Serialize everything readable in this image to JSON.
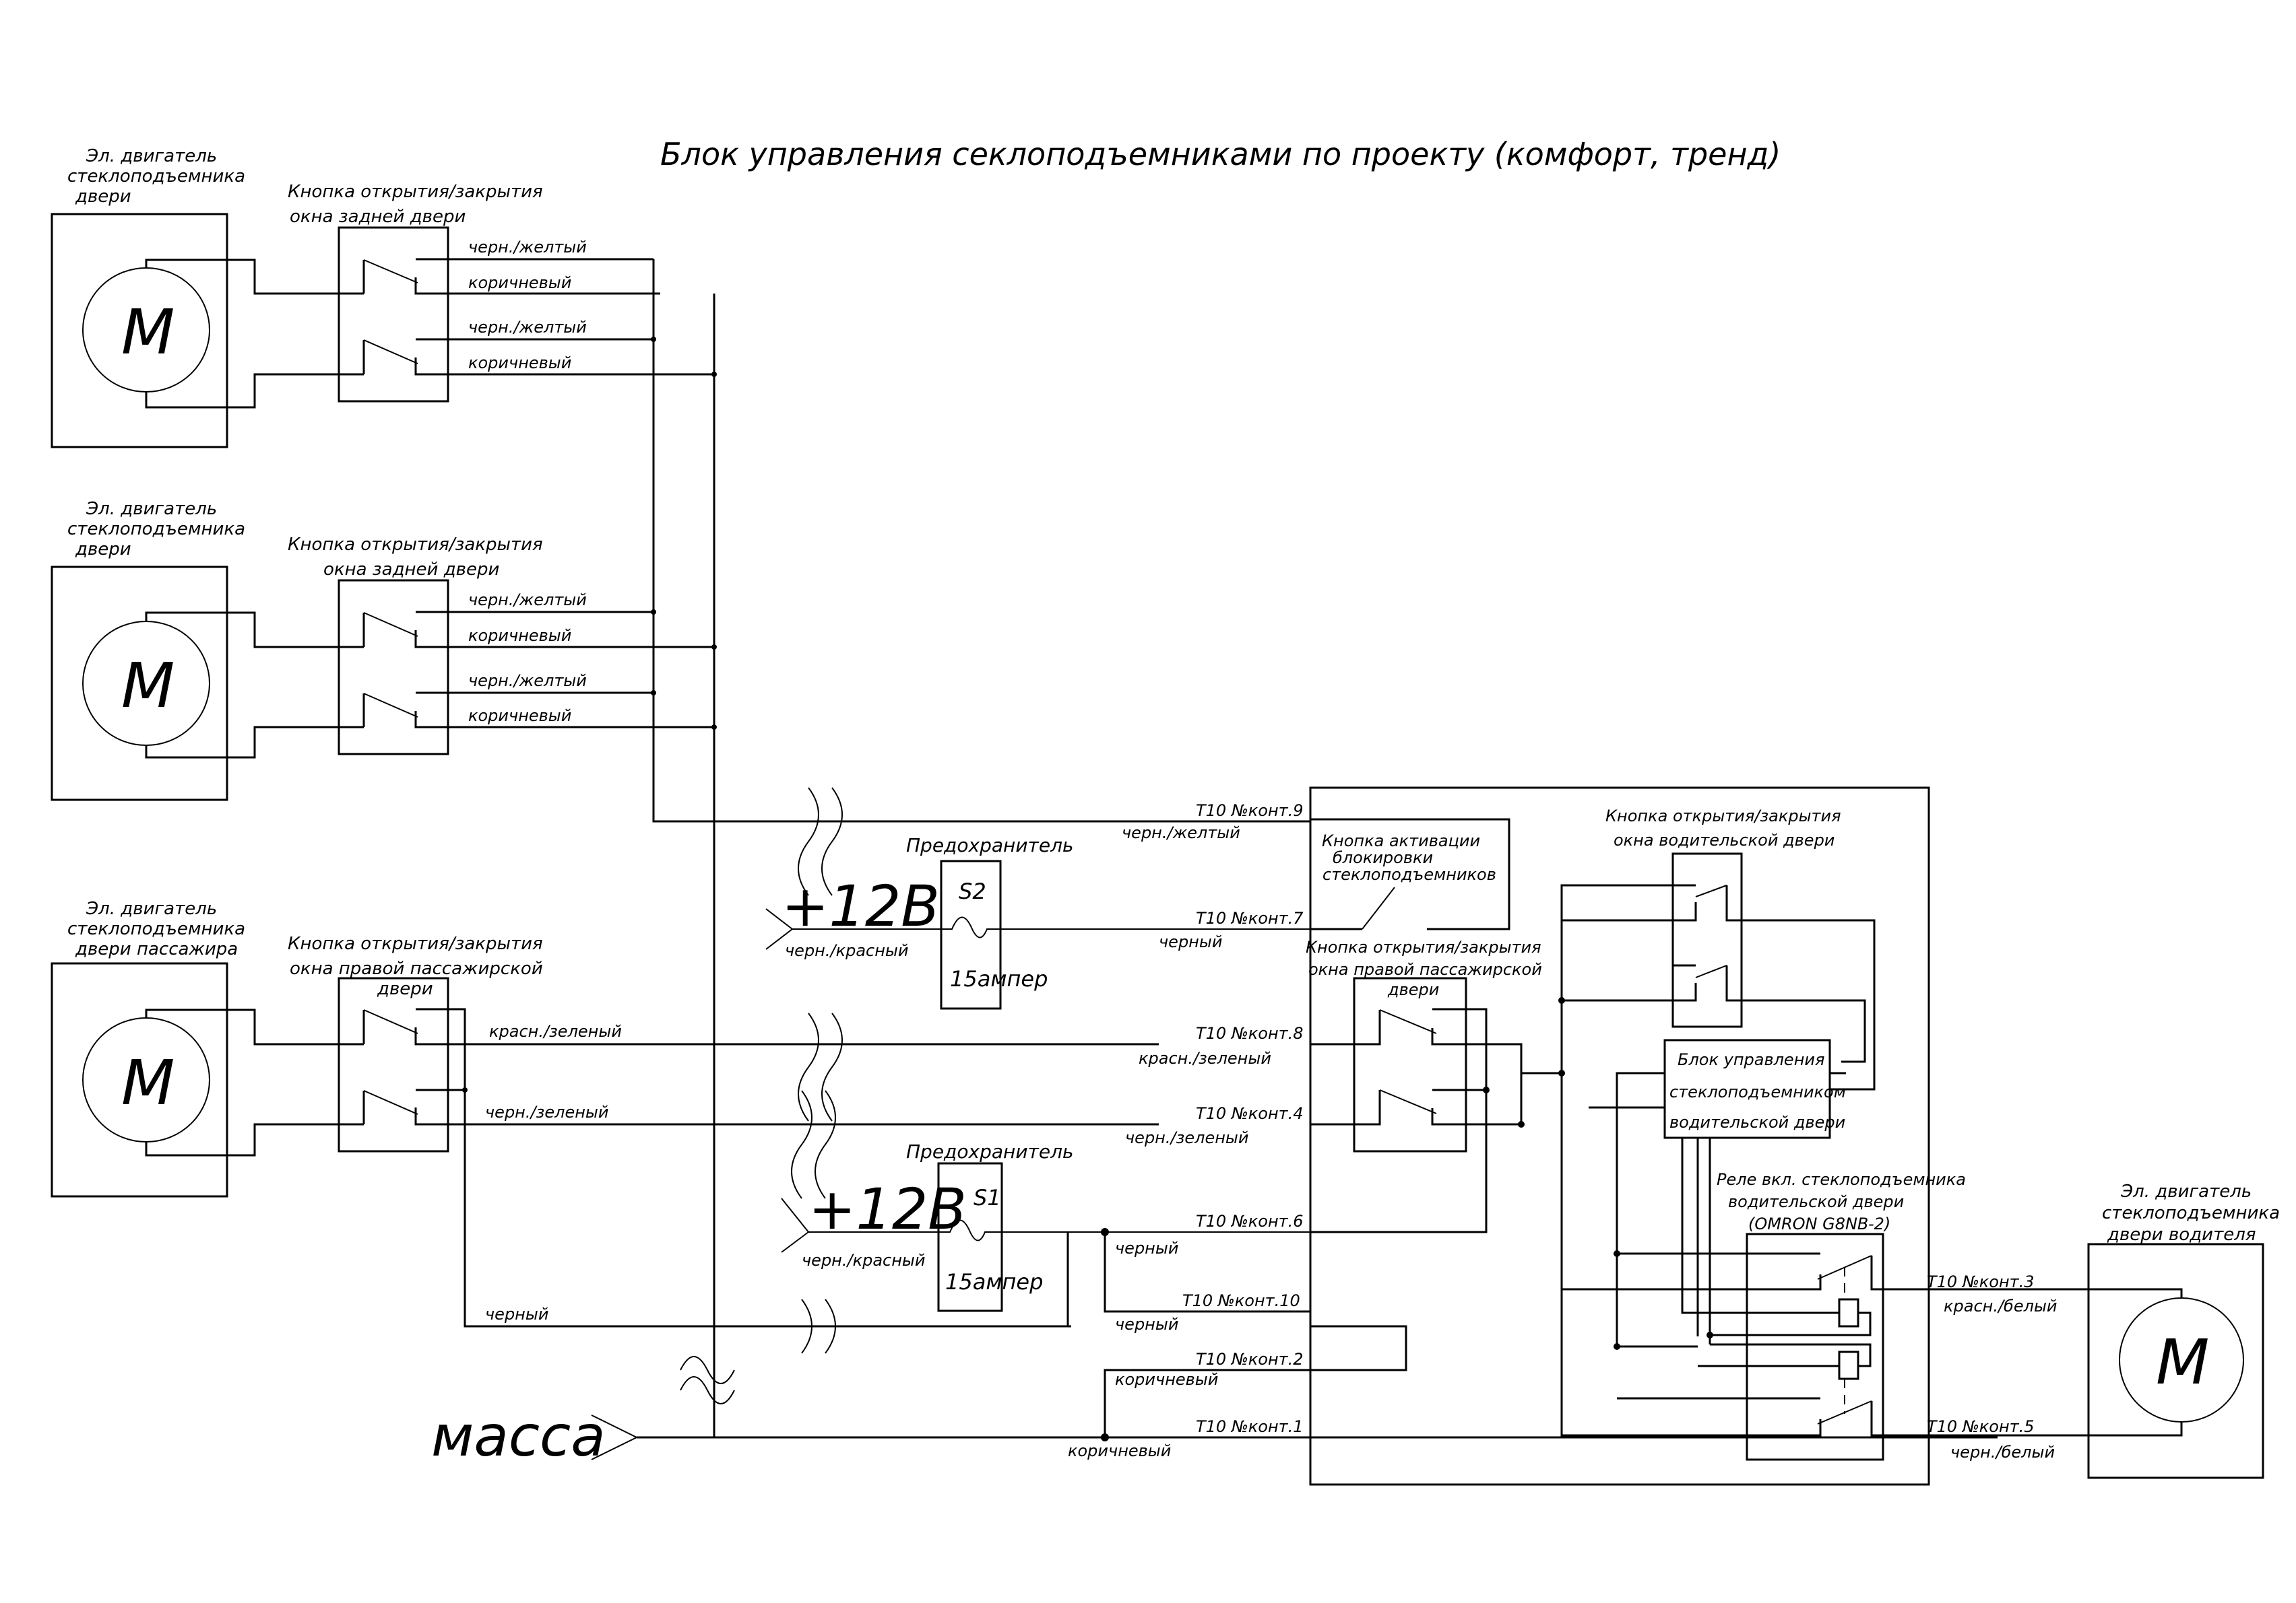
{
  "title": "Блок управления секлоподъемниками по проекту (комфорт, тренд)",
  "colors": {
    "line": "#000000",
    "background": "#ffffff"
  },
  "motors": {
    "rear_1": {
      "label": [
        "Эл. двигатель",
        "стеклоподъемника",
        "двери"
      ],
      "symbol": "M"
    },
    "rear_2": {
      "label": [
        "Эл. двигатель",
        "стеклоподъемника",
        "двери"
      ],
      "symbol": "M"
    },
    "passenger": {
      "label": [
        "Эл. двигатель",
        "стеклоподъемника",
        "двери  пассажира"
      ],
      "symbol": "M"
    },
    "driver": {
      "label": [
        "Эл. двигатель",
        "стеклоподъемника",
        "двери  водителя"
      ],
      "symbol": "M"
    }
  },
  "switches": {
    "rear_1": {
      "label": [
        "Кнопка открытия/закрытия",
        "окна задней двери"
      ]
    },
    "rear_2": {
      "label": [
        "Кнопка открытия/закрытия",
        "окна задней двери"
      ]
    },
    "passenger_left": {
      "label": [
        "Кнопка открытия/закрытия",
        "окна правой пассажирской",
        "двери"
      ]
    },
    "passenger_right": {
      "label": [
        "Кнопка открытия/закрытия",
        "окна правой пассажирской",
        "двери"
      ]
    },
    "lock": {
      "label": [
        "Кнопка  активации",
        "блокировки",
        "стеклоподъемников"
      ]
    },
    "driver": {
      "label": [
        "Кнопка открытия/закрытия",
        "окна водительской двери"
      ]
    }
  },
  "wires": {
    "rear_1": [
      "черн./желтый",
      "коричневый",
      "черн./желтый",
      "коричневый"
    ],
    "rear_2": [
      "черн./желтый",
      "коричневый",
      "черн./желтый",
      "коричневый"
    ],
    "passenger": [
      "красн./зеленый",
      "черн./зеленый"
    ],
    "black": "черный"
  },
  "fuses": {
    "s2": {
      "title": "Предохранитель",
      "id": "S2",
      "rating": "15ампер",
      "supply": "+12В",
      "wire": "черн./красный"
    },
    "s1": {
      "title": "Предохранитель",
      "id": "S1",
      "rating": "15ампер",
      "supply": "+12В",
      "wire": "черн./красный"
    }
  },
  "ground": {
    "label": "масса"
  },
  "connector": [
    {
      "pin": "Т10 №конт.9",
      "wire": "черн./желтый"
    },
    {
      "pin": "Т10 №конт.7",
      "wire": "черный"
    },
    {
      "pin": "Т10 №конт.8",
      "wire": "красн./зеленый"
    },
    {
      "pin": "Т10 №конт.4",
      "wire": "черн./зеленый"
    },
    {
      "pin": "Т10 №конт.6",
      "wire": "черный"
    },
    {
      "pin": "Т10 №конт.10",
      "wire": "черный"
    },
    {
      "pin": "Т10 №конт.2",
      "wire": "коричневый"
    },
    {
      "pin": "Т10 №конт.1",
      "wire": "коричневый"
    },
    {
      "pin": "Т10 №конт.3",
      "wire": "красн./белый"
    },
    {
      "pin": "Т10 №конт.5",
      "wire": "черн./белый"
    }
  ],
  "control_unit": {
    "label": [
      "Блок управления",
      "стеклоподъемником",
      "водительской двери"
    ]
  },
  "relay": {
    "label": [
      "Реле вкл. стеклоподъемника",
      "водительской двери",
      "(OMRON G8NB-2)"
    ]
  }
}
